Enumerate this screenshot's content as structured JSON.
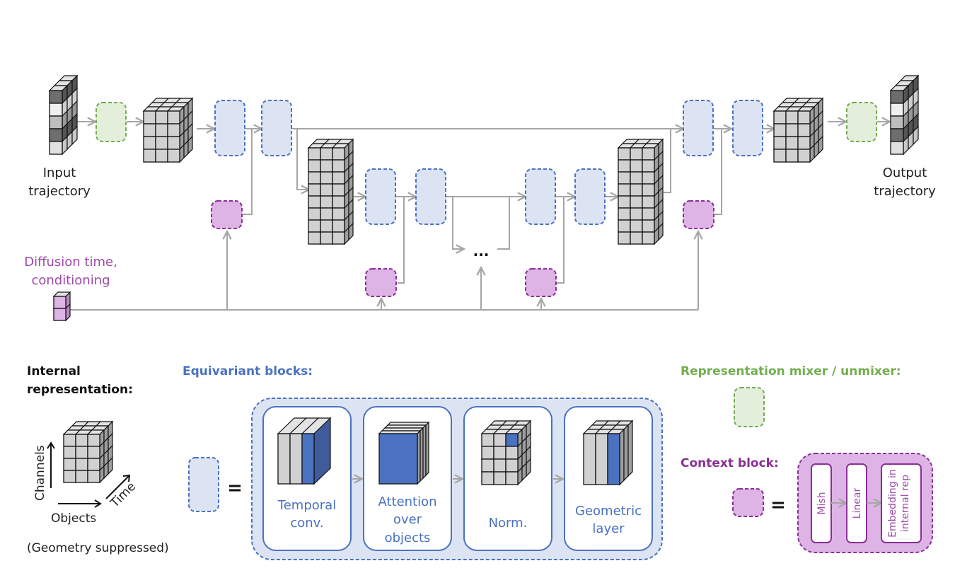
{
  "labels": {
    "input": [
      "Input",
      "trajectory"
    ],
    "output": [
      "Output",
      "trajectory"
    ],
    "conditioning": [
      "Diffusion time,",
      "conditioning"
    ],
    "ellipsis": "..."
  },
  "legend": {
    "internal": {
      "title": [
        "Internal",
        "representation:"
      ],
      "axis_channels": "Channels",
      "axis_objects": "Objects",
      "axis_time": "Time",
      "note": "(Geometry suppressed)"
    },
    "equivariant": {
      "title": "Equivariant blocks:",
      "equals": "=",
      "steps": [
        {
          "label": [
            "Temporal",
            "conv."
          ]
        },
        {
          "label": [
            "Attention",
            "over",
            "objects"
          ]
        },
        {
          "label": [
            "Norm."
          ]
        },
        {
          "label": [
            "Geometric",
            "layer"
          ]
        }
      ]
    },
    "mixer": {
      "title": "Representation mixer / unmixer:"
    },
    "context": {
      "title": "Context block:",
      "equals": "=",
      "steps": [
        {
          "label": [
            "Mish"
          ]
        },
        {
          "label": [
            "Linear"
          ]
        },
        {
          "label": [
            "Embedding in",
            "internal rep"
          ]
        }
      ]
    }
  },
  "colors": {
    "blue": "#4a72c0",
    "blue_fill": "#dce3f2",
    "blue_dark": "#3f5b9c",
    "green": "#72ad4f",
    "green_fill": "#e4efdb",
    "purple": "#8a2f96",
    "purple_fill": "#deb3e6",
    "purple_text": "#9c4aa8",
    "arrow": "#a6a6a6",
    "cube": "#d1d1d1",
    "cube_side": "#9e9e9e",
    "cube_top": "#e3e3e3"
  }
}
